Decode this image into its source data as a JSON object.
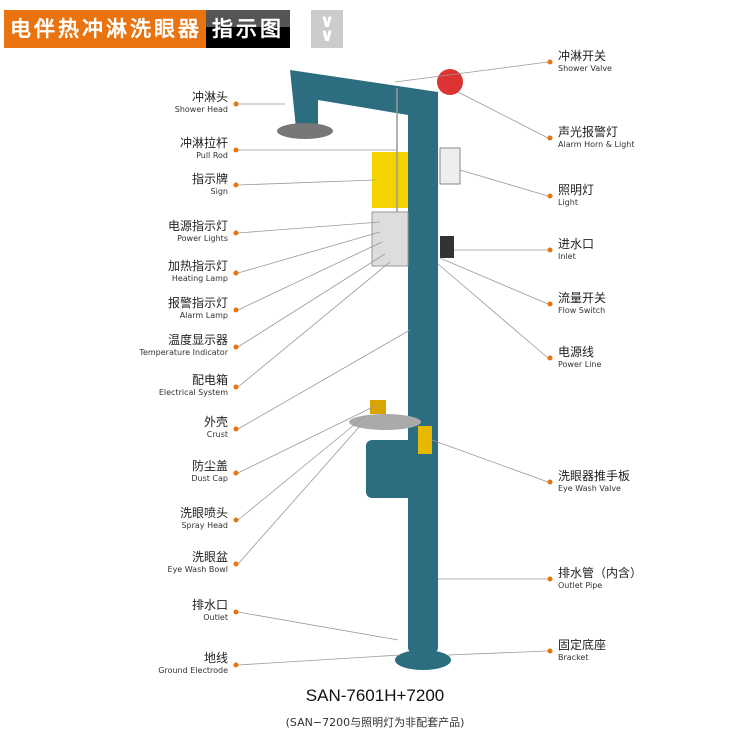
{
  "header": {
    "title_orange": "电伴热冲淋洗眼器",
    "title_black": "指示图",
    "chevron_icon": "double-chevron-down"
  },
  "left_labels": [
    {
      "zh": "冲淋头",
      "en": "Shower Head"
    },
    {
      "zh": "冲淋拉杆",
      "en": "Pull Rod"
    },
    {
      "zh": "指示牌",
      "en": "Sign"
    },
    {
      "zh": "电源指示灯",
      "en": "Power Lights"
    },
    {
      "zh": "加热指示灯",
      "en": "Heating Lamp"
    },
    {
      "zh": "报警指示灯",
      "en": "Alarm Lamp"
    },
    {
      "zh": "温度显示器",
      "en": "Temperature Indicator"
    },
    {
      "zh": "配电箱",
      "en": "Electrical System"
    },
    {
      "zh": "外壳",
      "en": "Crust"
    },
    {
      "zh": "防尘盖",
      "en": "Dust Cap"
    },
    {
      "zh": "洗眼喷头",
      "en": "Spray Head"
    },
    {
      "zh": "洗眼盆",
      "en": "Eye Wash Bowl"
    },
    {
      "zh": "排水口",
      "en": "Outlet"
    },
    {
      "zh": "地线",
      "en": "Ground Electrode"
    }
  ],
  "right_labels": [
    {
      "zh": "冲淋开关",
      "en": "Shower Valve"
    },
    {
      "zh": "声光报警灯",
      "en": "Alarm Horn & Light"
    },
    {
      "zh": "照明灯",
      "en": "Light"
    },
    {
      "zh": "进水口",
      "en": "Inlet"
    },
    {
      "zh": "流量开关",
      "en": "Flow Switch"
    },
    {
      "zh": "电源线",
      "en": "Power Line"
    },
    {
      "zh": "洗眼器推手板",
      "en": "Eye Wash Valve"
    },
    {
      "zh": "排水管（内含）",
      "en": "Outlet Pipe"
    },
    {
      "zh": "固定底座",
      "en": "Bracket"
    }
  ],
  "model": "SAN-7601H+7200",
  "note": "(SAN−7200与照明灯为非配套产品)",
  "colors": {
    "orange": "#e8730f",
    "device": "#2c6e80",
    "dot": "#e8730f"
  }
}
